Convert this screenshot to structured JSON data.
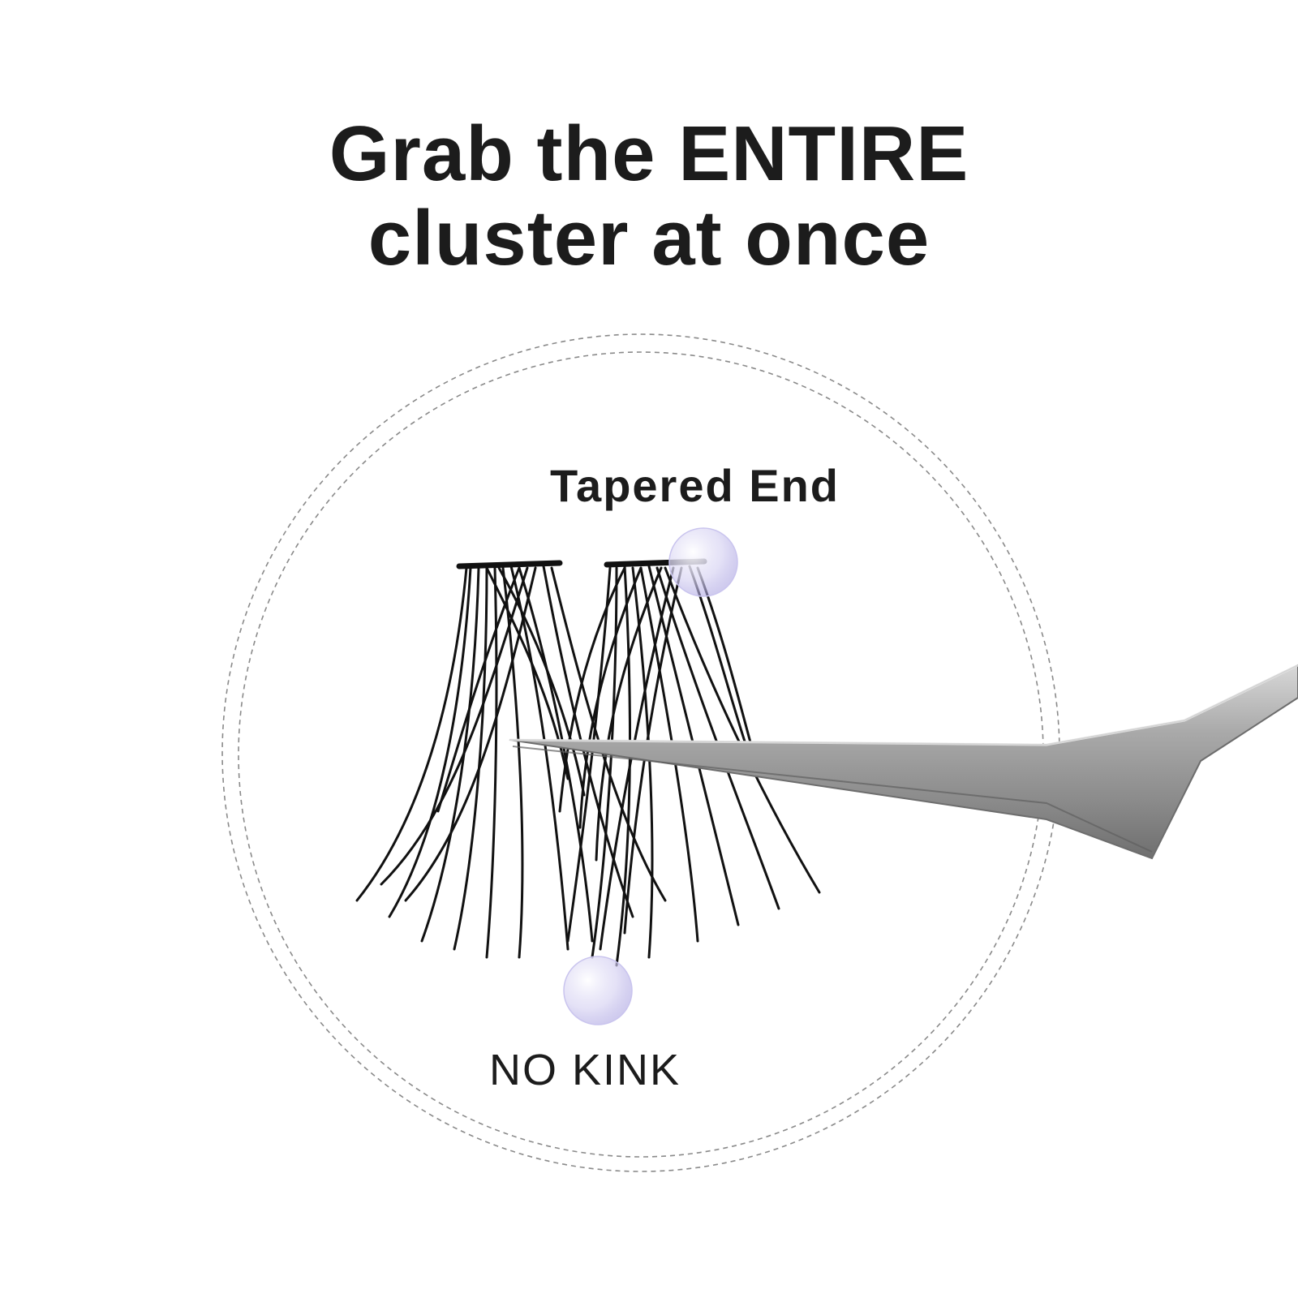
{
  "headline": {
    "line1": "Grab the ENTIRE",
    "line2": "cluster at once"
  },
  "callouts": {
    "tapered_end": "Tapered End",
    "no_kink": "NO KINK"
  },
  "colors": {
    "text": "#1c1c1c",
    "background": "#ffffff",
    "lash": "#111111",
    "tweezer": "#9a9a9a",
    "highlight": "#b9b3e6",
    "circle_outline": "#8a8a8a"
  },
  "icons": {
    "product": "lash-cluster-in-tweezers-illustration"
  }
}
